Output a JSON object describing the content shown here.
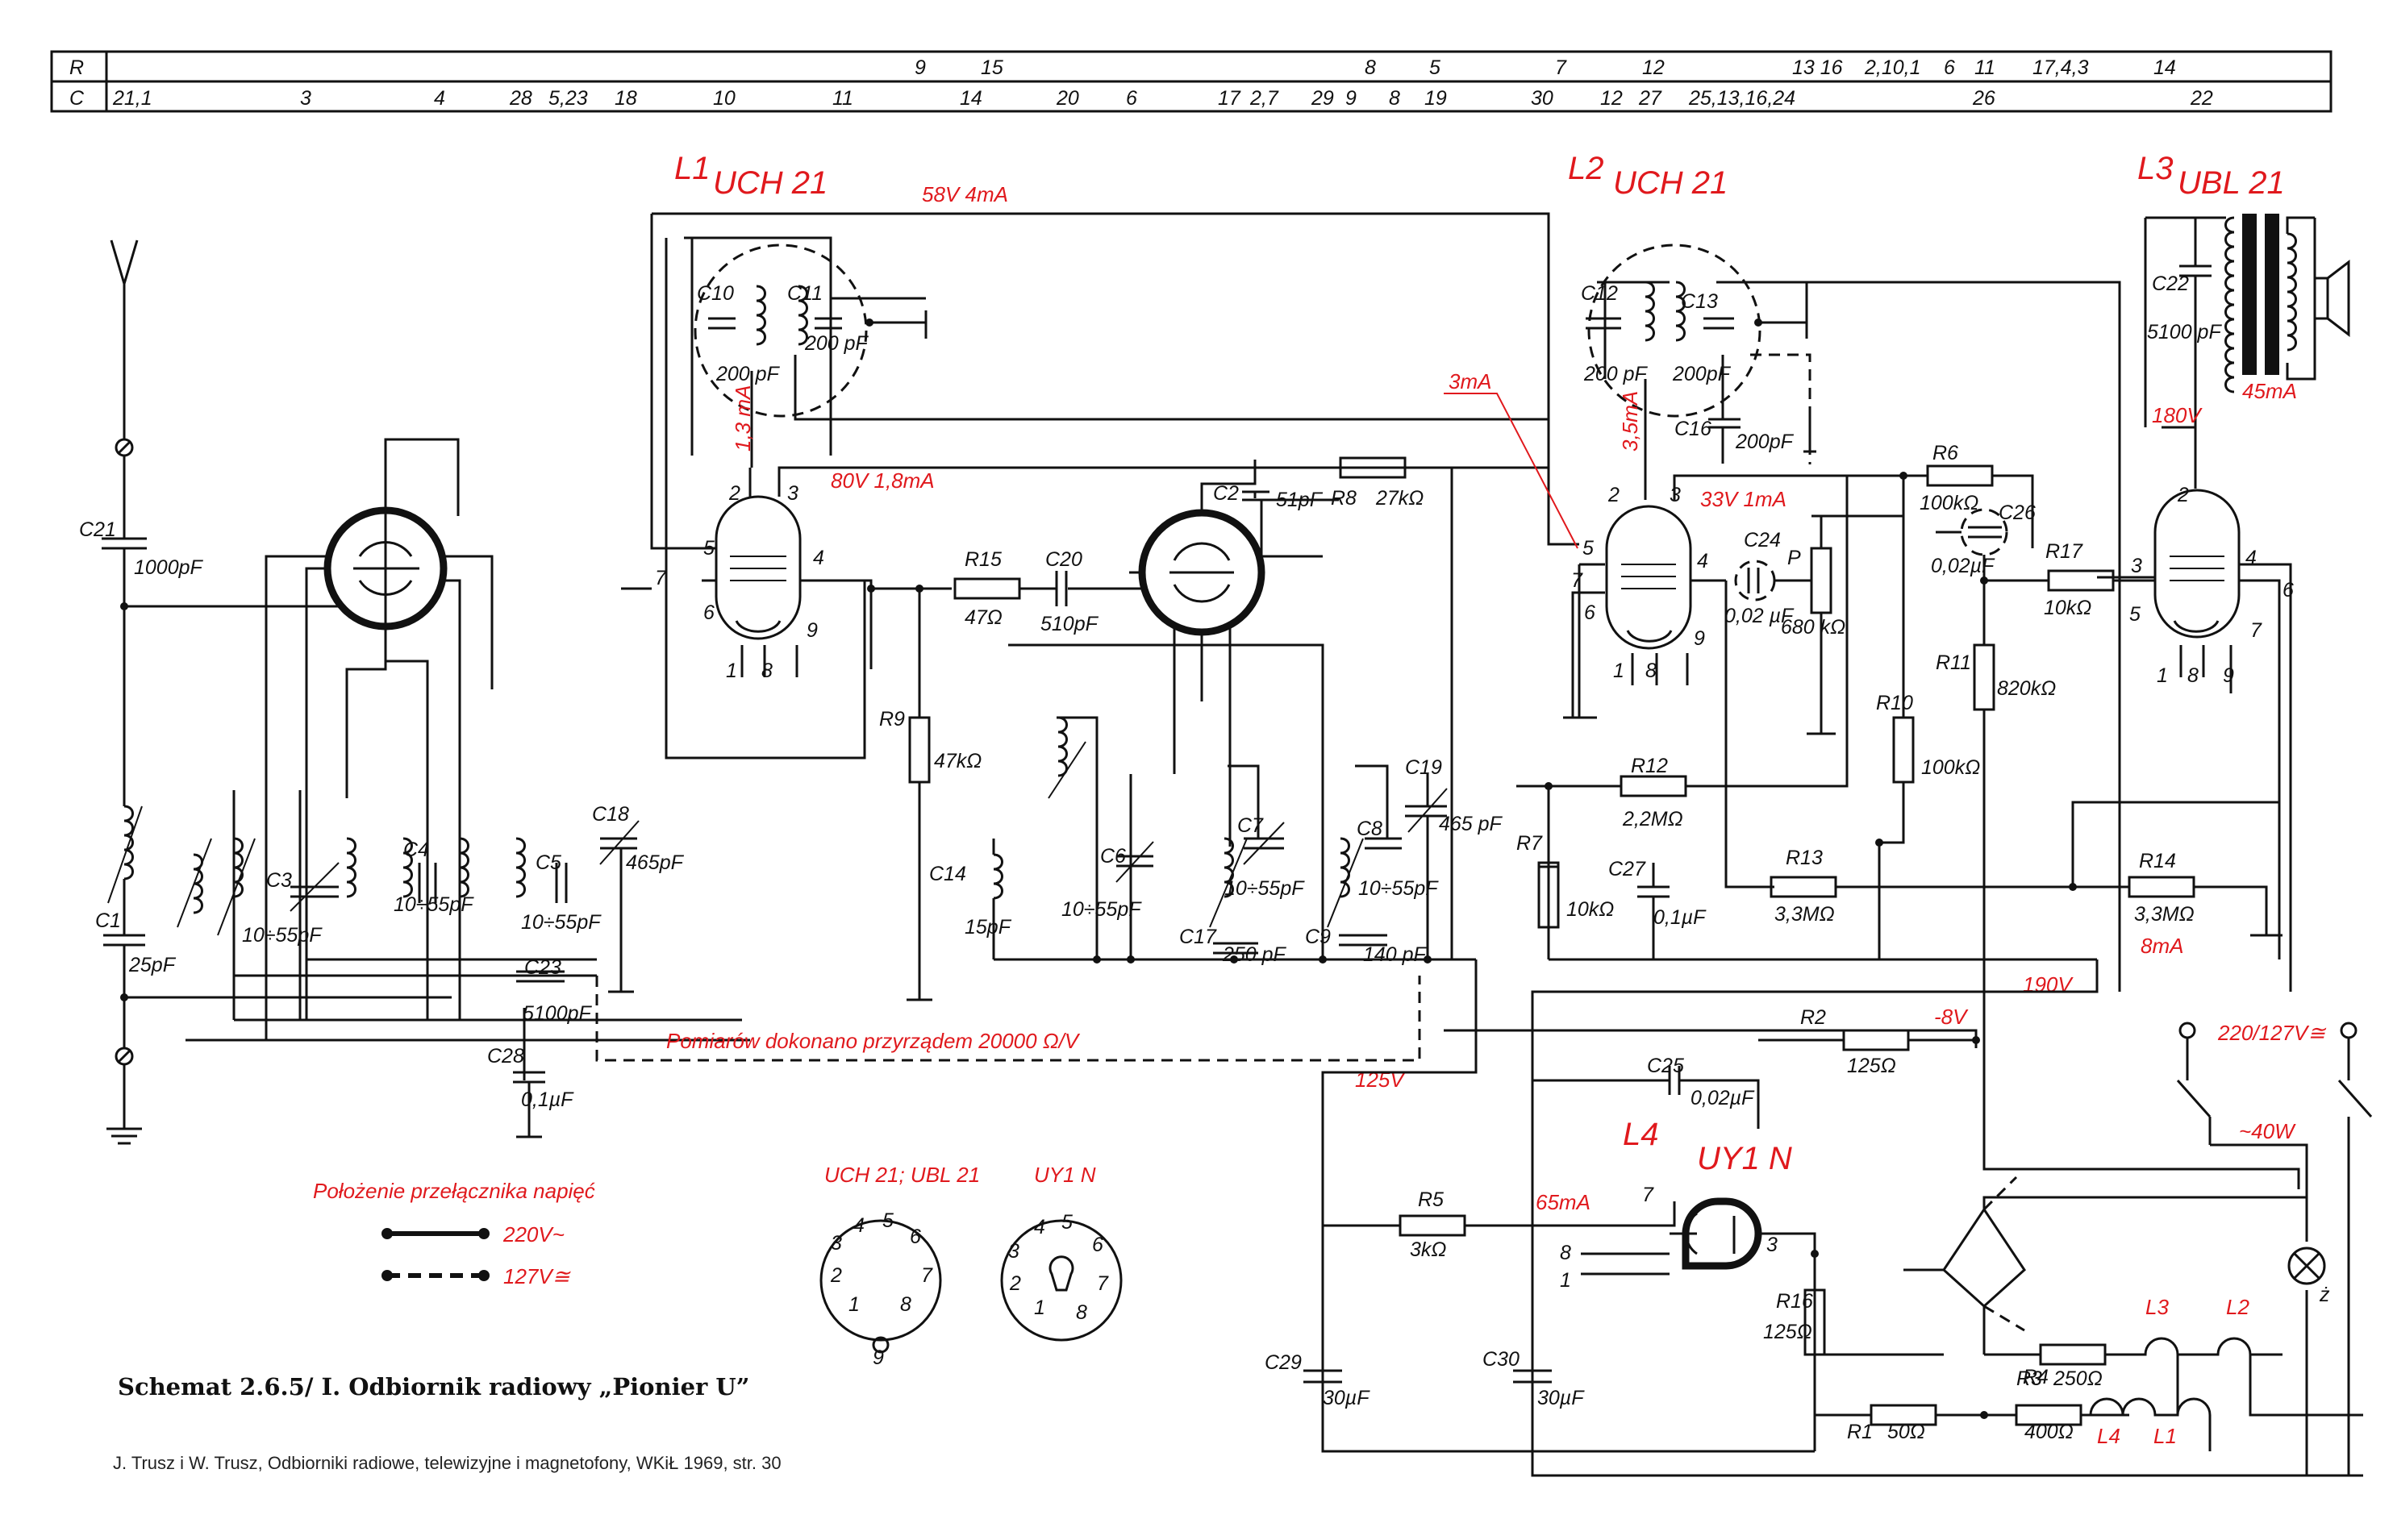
{
  "header": {
    "row_labels": [
      "R",
      "C"
    ],
    "R": [
      "9",
      "15",
      "8",
      "5",
      "7",
      "12",
      "13 16",
      "2,10,1",
      "6",
      "11",
      "17,4,3",
      "14"
    ],
    "C": [
      "21,1",
      "3",
      "4",
      "28",
      "5,23",
      "18",
      "10",
      "11",
      "14",
      "20",
      "6",
      "17",
      "2,7",
      "29",
      "9",
      "8",
      "19",
      "30",
      "12",
      "27",
      "25,13,16,24",
      "26",
      "22"
    ]
  },
  "tubes": {
    "L1": {
      "name": "L1",
      "type": "UCH 21"
    },
    "L2": {
      "name": "L2",
      "type": "UCH 21"
    },
    "L3": {
      "name": "L3",
      "type": "UBL 21"
    },
    "L4": {
      "name": "L4",
      "type": "UY1 N"
    }
  },
  "measurements": {
    "m1": "58V 4mA",
    "m2": "1,3 mA",
    "m3": "80V 1,8mA",
    "m4": "3mA",
    "m5": "3,5mA",
    "m6": "33V 1mA",
    "m7": "180V",
    "m8": "45mA",
    "m9": "8mA",
    "m10": "190V",
    "m11": "-8V",
    "m12": "125V",
    "m13": "65mA",
    "note": "Pomiarów dokonano przyrządem 20000 Ω/V"
  },
  "components": {
    "C21": "C21",
    "C21v": "1000pF",
    "C1": "C1",
    "C1v": "25pF",
    "C3": "C3",
    "C3v": "10÷55pF",
    "C4": "C4",
    "C4v": "10÷55pF",
    "C5": "C5",
    "C5v": "10÷55pF",
    "C18": "C18",
    "C18v": "465pF",
    "C23": "C23",
    "C23v": "5100pF",
    "C28": "C28",
    "C28v": "0,1µF",
    "C10": "C10",
    "C10v": "200 pF",
    "C11": "C11",
    "C11v": "200 pF",
    "R15": "R15",
    "R15v": "47Ω",
    "C20": "C20",
    "C20v": "510pF",
    "R9": "R9",
    "R9v": "47kΩ",
    "C14": "C14",
    "C14v": "15pF",
    "C2": "C2",
    "C2v": "51pF",
    "R8": "R8",
    "R8v": "27kΩ",
    "C6": "C6",
    "C6v": "10÷55pF",
    "C7": "C7",
    "C7v": "10÷55pF",
    "C17": "C17",
    "C17v": "250 pF",
    "C8": "C8",
    "C8v": "10÷55pF",
    "C9": "C9",
    "C9v": "140 pF",
    "C19": "C19",
    "C19v": "465 pF",
    "C12": "C12",
    "C12v": "200 pF",
    "C13": "C13",
    "C13v": "200pF",
    "C16": "C16",
    "C16v": "200pF",
    "C24": "C24",
    "C24v": "0,02 µF",
    "P": "P",
    "Pv": "680 kΩ",
    "R12": "R12",
    "R12v": "2,2MΩ",
    "R7": "R7",
    "R7v": "10kΩ",
    "C27": "C27",
    "C27v": "0,1µF",
    "R13": "R13",
    "R13v": "3,3MΩ",
    "R10": "R10",
    "R10v": "100kΩ",
    "R6": "R6",
    "R6v": "100kΩ",
    "C26": "C26",
    "C26v": "0,02µF",
    "R17": "R17",
    "R17v": "10kΩ",
    "R11": "R11",
    "R11v": "820kΩ",
    "R14": "R14",
    "R14v": "3,3MΩ",
    "C22": "C22",
    "C22v": "5100 pF",
    "R2": "R2",
    "R2v": "125Ω",
    "C25": "C25",
    "C25v": "0,02µF",
    "R5": "R5",
    "R5v": "3kΩ",
    "R16": "R16",
    "R16v": "125Ω",
    "C29": "C29",
    "C29v": "30µF",
    "C30": "C30",
    "C30v": "30µF",
    "R3": "R3",
    "R3v": "250Ω",
    "R4": "R4",
    "R4v": "400Ω",
    "R1": "R1",
    "R1v": "50Ω",
    "fL1": "L1",
    "fL2": "L2",
    "fL3": "L3",
    "fL4": "L4",
    "mains": "220/127V≅",
    "power": "~40W",
    "lamp": "ż"
  },
  "pins": {
    "p1": "1",
    "p2": "2",
    "p3": "3",
    "p4": "4",
    "p5": "5",
    "p6": "6",
    "p7": "7",
    "p8": "8",
    "p9": "9"
  },
  "sockets": {
    "s1": "UCH 21; UBL 21",
    "s2": "UY1 N"
  },
  "legend": {
    "title": "Położenie przełącznika napięć",
    "v220": "220V~",
    "v127": "127V≅"
  },
  "caption": {
    "title": "Schemat 2.6.5/ I. Odbiornik radiowy „Pionier U”",
    "citation": "J. Trusz i W. Trusz, Odbiorniki radiowe, telewizyjne i magnetofony, WKiŁ 1969, str. 30"
  }
}
